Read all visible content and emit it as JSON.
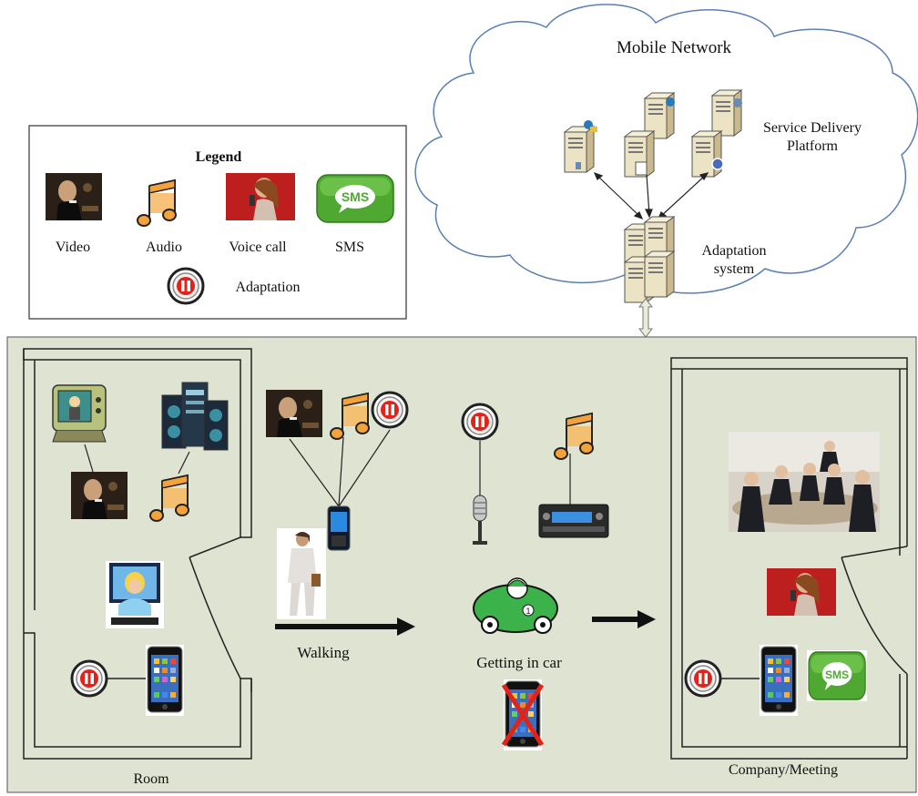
{
  "cloud": {
    "title": "Mobile Network"
  },
  "service_platform": {
    "line1": "Service Delivery",
    "line2": "Platform"
  },
  "adaptation_system": {
    "line1": "Adaptation",
    "line2": "system"
  },
  "legend": {
    "title": "Legend",
    "items": [
      "Video",
      "Audio",
      "Voice call",
      "SMS"
    ],
    "adaptation_label": "Adaptation"
  },
  "sms_badge_text": "SMS",
  "car_badge_text": "1",
  "scene": {
    "walking": "Walking",
    "car": "Getting in car",
    "room": "Room",
    "company": "Company/Meeting"
  },
  "colors": {
    "scene_bg": "#dfe3d1",
    "cloud_stroke": "#5a7fb5",
    "sms_green": "#4fa832",
    "car_green": "#3cb34a",
    "adaptation_red": "#e2231a",
    "note_orange": "#f4a23a"
  },
  "icons": [
    "video-icon",
    "audio-note-icon",
    "voice-call-icon",
    "sms-icon",
    "adaptation-pause-icon",
    "server-icon",
    "smartphone-icon",
    "microphone-icon",
    "car-radio-icon",
    "race-car-icon",
    "tv-icon",
    "stereo-icon",
    "laptop-user-icon",
    "businesswoman-icon",
    "meeting-photo-icon"
  ]
}
